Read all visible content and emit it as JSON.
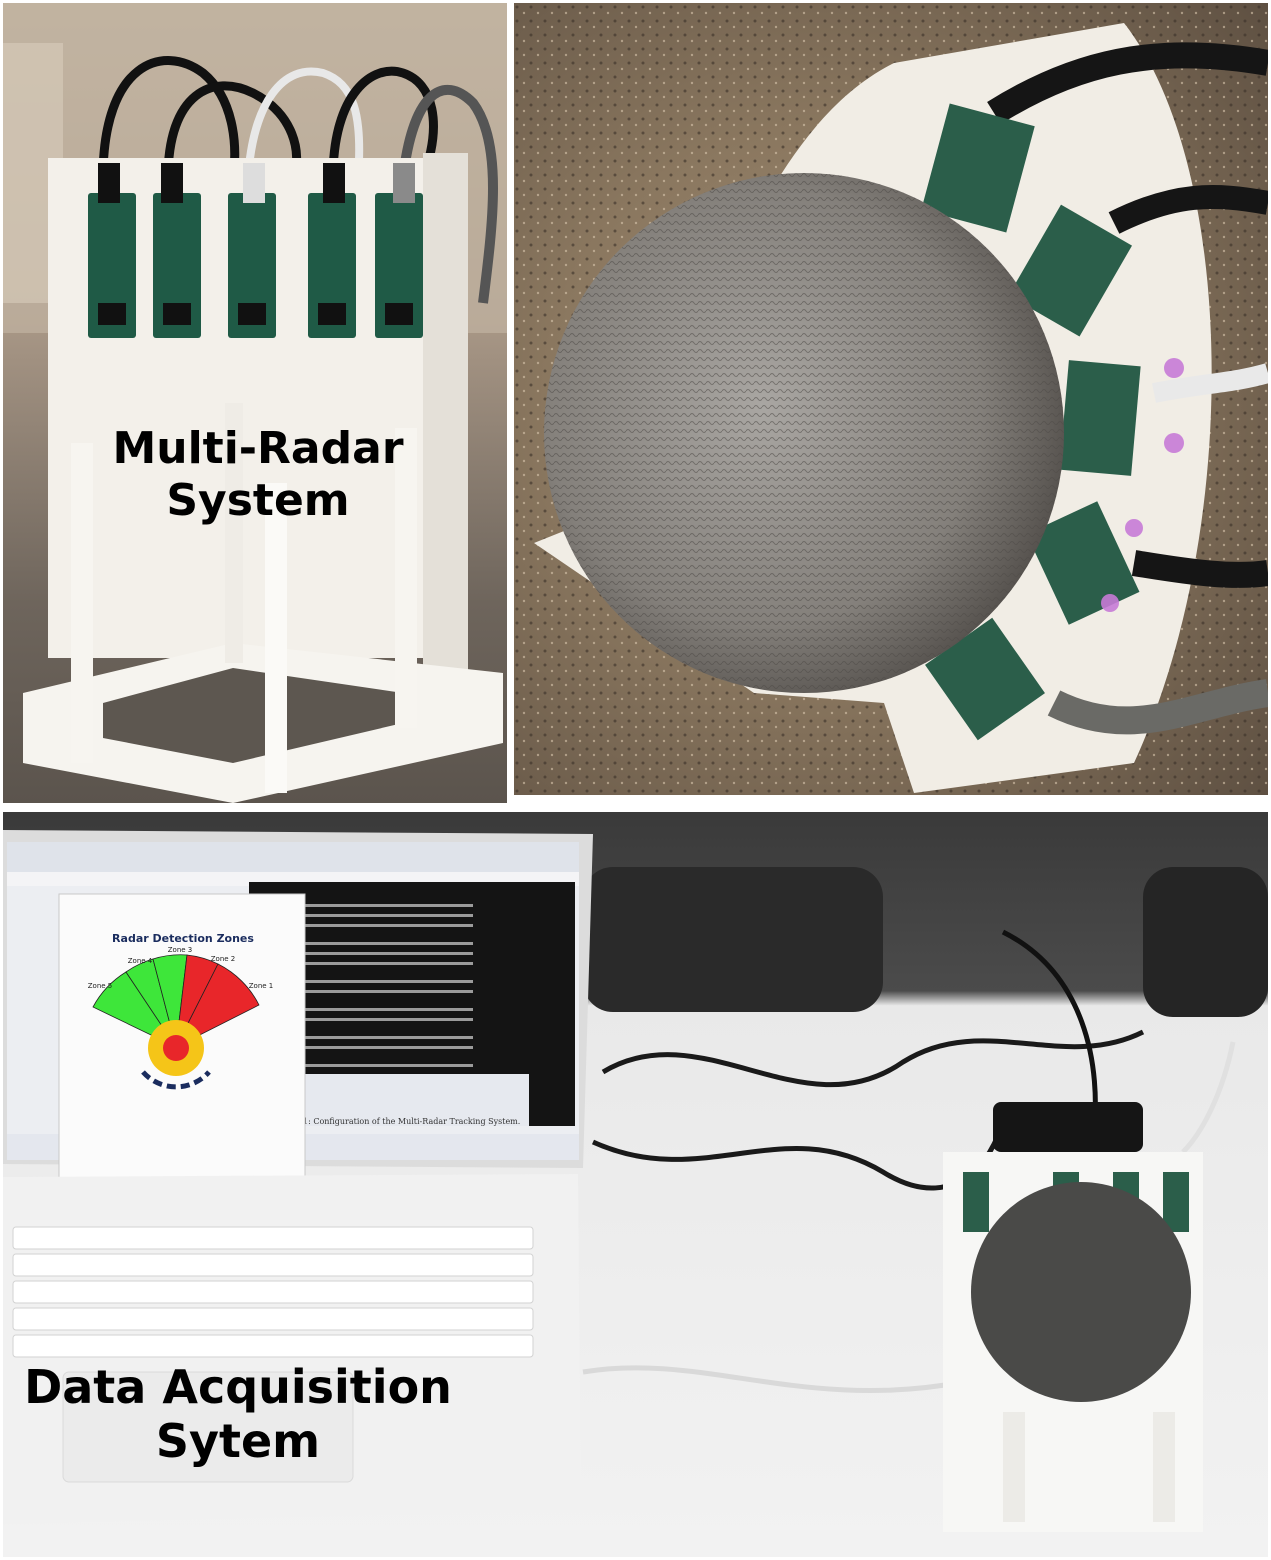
{
  "captions": {
    "multi_radar": {
      "line1": "Multi-Radar",
      "line2": "System"
    },
    "data_acquisition": {
      "line1": "Data Acquisition",
      "line2": "Sytem"
    }
  },
  "screen": {
    "chart_title": "Radar Detection Zones",
    "zones": [
      "Zone 1",
      "Zone 2",
      "Zone 3",
      "Zone 4",
      "Zone 5"
    ],
    "zone_status": [
      "detected",
      "detected",
      "clear",
      "clear",
      "clear"
    ],
    "caption_fragment": "1: Configuration of the Multi-Radar Tracking System."
  },
  "colors": {
    "detected": "#e8262a",
    "clear": "#3ee63a",
    "ring_outer": "#f5c518",
    "ring_inner": "#e8262a",
    "terminal": "#141414",
    "plastic": "#f4f1ea"
  }
}
